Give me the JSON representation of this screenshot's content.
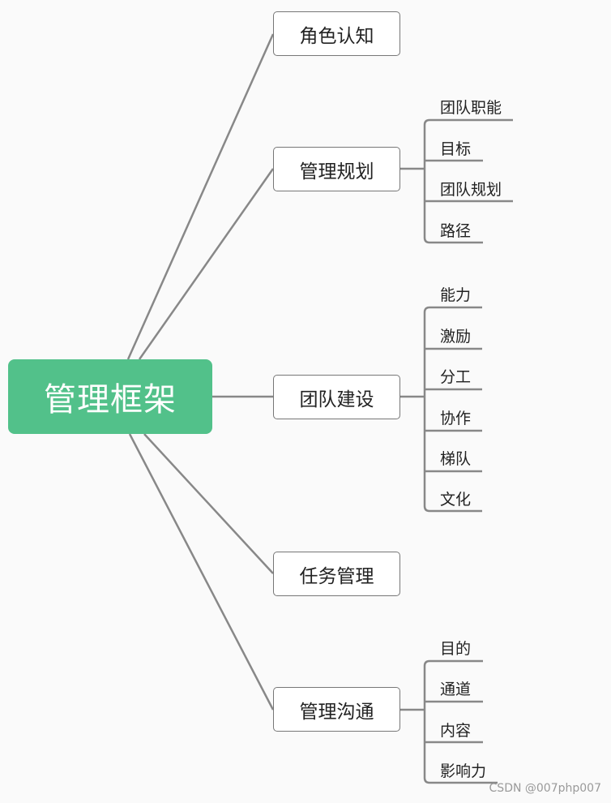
{
  "root": {
    "label": "管理框架",
    "color": "#52c18a"
  },
  "branches": [
    {
      "label": "角色认知",
      "children": []
    },
    {
      "label": "管理规划",
      "children": [
        "团队职能",
        "目标",
        "团队规划",
        "路径"
      ]
    },
    {
      "label": "团队建设",
      "children": [
        "能力",
        "激励",
        "分工",
        "协作",
        "梯队",
        "文化"
      ]
    },
    {
      "label": "任务管理",
      "children": []
    },
    {
      "label": "管理沟通",
      "children": [
        "目的",
        "通道",
        "内容",
        "影响力"
      ]
    }
  ],
  "watermark": "CSDN @007php007"
}
